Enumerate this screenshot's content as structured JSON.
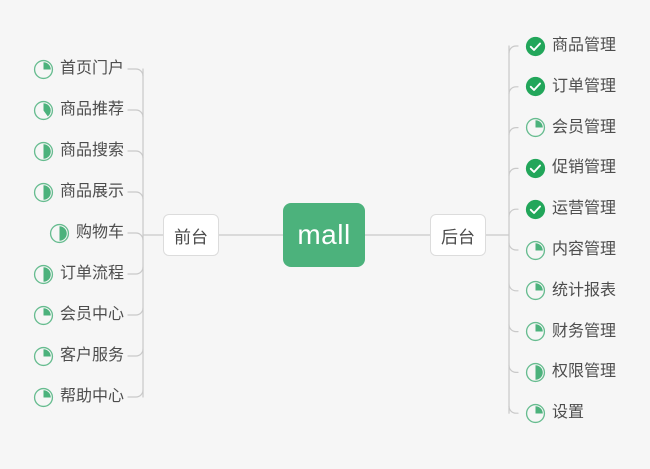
{
  "diagram": {
    "type": "mind-map",
    "background_color": "#f6f6f6",
    "accent_color": "#4cb27c",
    "text_color": "#4d4d4d",
    "edge_color": "#c9c9c9",
    "center": {
      "label": "mall"
    },
    "branches": [
      {
        "id": "frontend",
        "label": "前台",
        "side": "left",
        "items": [
          {
            "label": "首页门户",
            "status": "in-progress",
            "progress": 25,
            "icon": "pie-progress-icon"
          },
          {
            "label": "商品推荐",
            "status": "in-progress",
            "progress": 40,
            "icon": "pie-progress-icon"
          },
          {
            "label": "商品搜索",
            "status": "in-progress",
            "progress": 50,
            "icon": "pie-progress-icon"
          },
          {
            "label": "商品展示",
            "status": "in-progress",
            "progress": 50,
            "icon": "pie-progress-icon"
          },
          {
            "label": "购物车",
            "status": "in-progress",
            "progress": 50,
            "icon": "pie-progress-icon"
          },
          {
            "label": "订单流程",
            "status": "in-progress",
            "progress": 50,
            "icon": "pie-progress-icon"
          },
          {
            "label": "会员中心",
            "status": "in-progress",
            "progress": 25,
            "icon": "pie-progress-icon"
          },
          {
            "label": "客户服务",
            "status": "in-progress",
            "progress": 25,
            "icon": "pie-progress-icon"
          },
          {
            "label": "帮助中心",
            "status": "in-progress",
            "progress": 25,
            "icon": "pie-progress-icon"
          }
        ]
      },
      {
        "id": "backend",
        "label": "后台",
        "side": "right",
        "items": [
          {
            "label": "商品管理",
            "status": "done",
            "progress": 100,
            "icon": "check-circle-icon"
          },
          {
            "label": "订单管理",
            "status": "done",
            "progress": 100,
            "icon": "check-circle-icon"
          },
          {
            "label": "会员管理",
            "status": "in-progress",
            "progress": 25,
            "icon": "pie-progress-icon"
          },
          {
            "label": "促销管理",
            "status": "done",
            "progress": 100,
            "icon": "check-circle-icon"
          },
          {
            "label": "运营管理",
            "status": "done",
            "progress": 100,
            "icon": "check-circle-icon"
          },
          {
            "label": "内容管理",
            "status": "in-progress",
            "progress": 25,
            "icon": "pie-progress-icon"
          },
          {
            "label": "统计报表",
            "status": "in-progress",
            "progress": 25,
            "icon": "pie-progress-icon"
          },
          {
            "label": "财务管理",
            "status": "in-progress",
            "progress": 25,
            "icon": "pie-progress-icon"
          },
          {
            "label": "权限管理",
            "status": "in-progress",
            "progress": 50,
            "icon": "pie-progress-icon"
          },
          {
            "label": "设置",
            "status": "in-progress",
            "progress": 25,
            "icon": "pie-progress-icon"
          }
        ]
      }
    ]
  }
}
